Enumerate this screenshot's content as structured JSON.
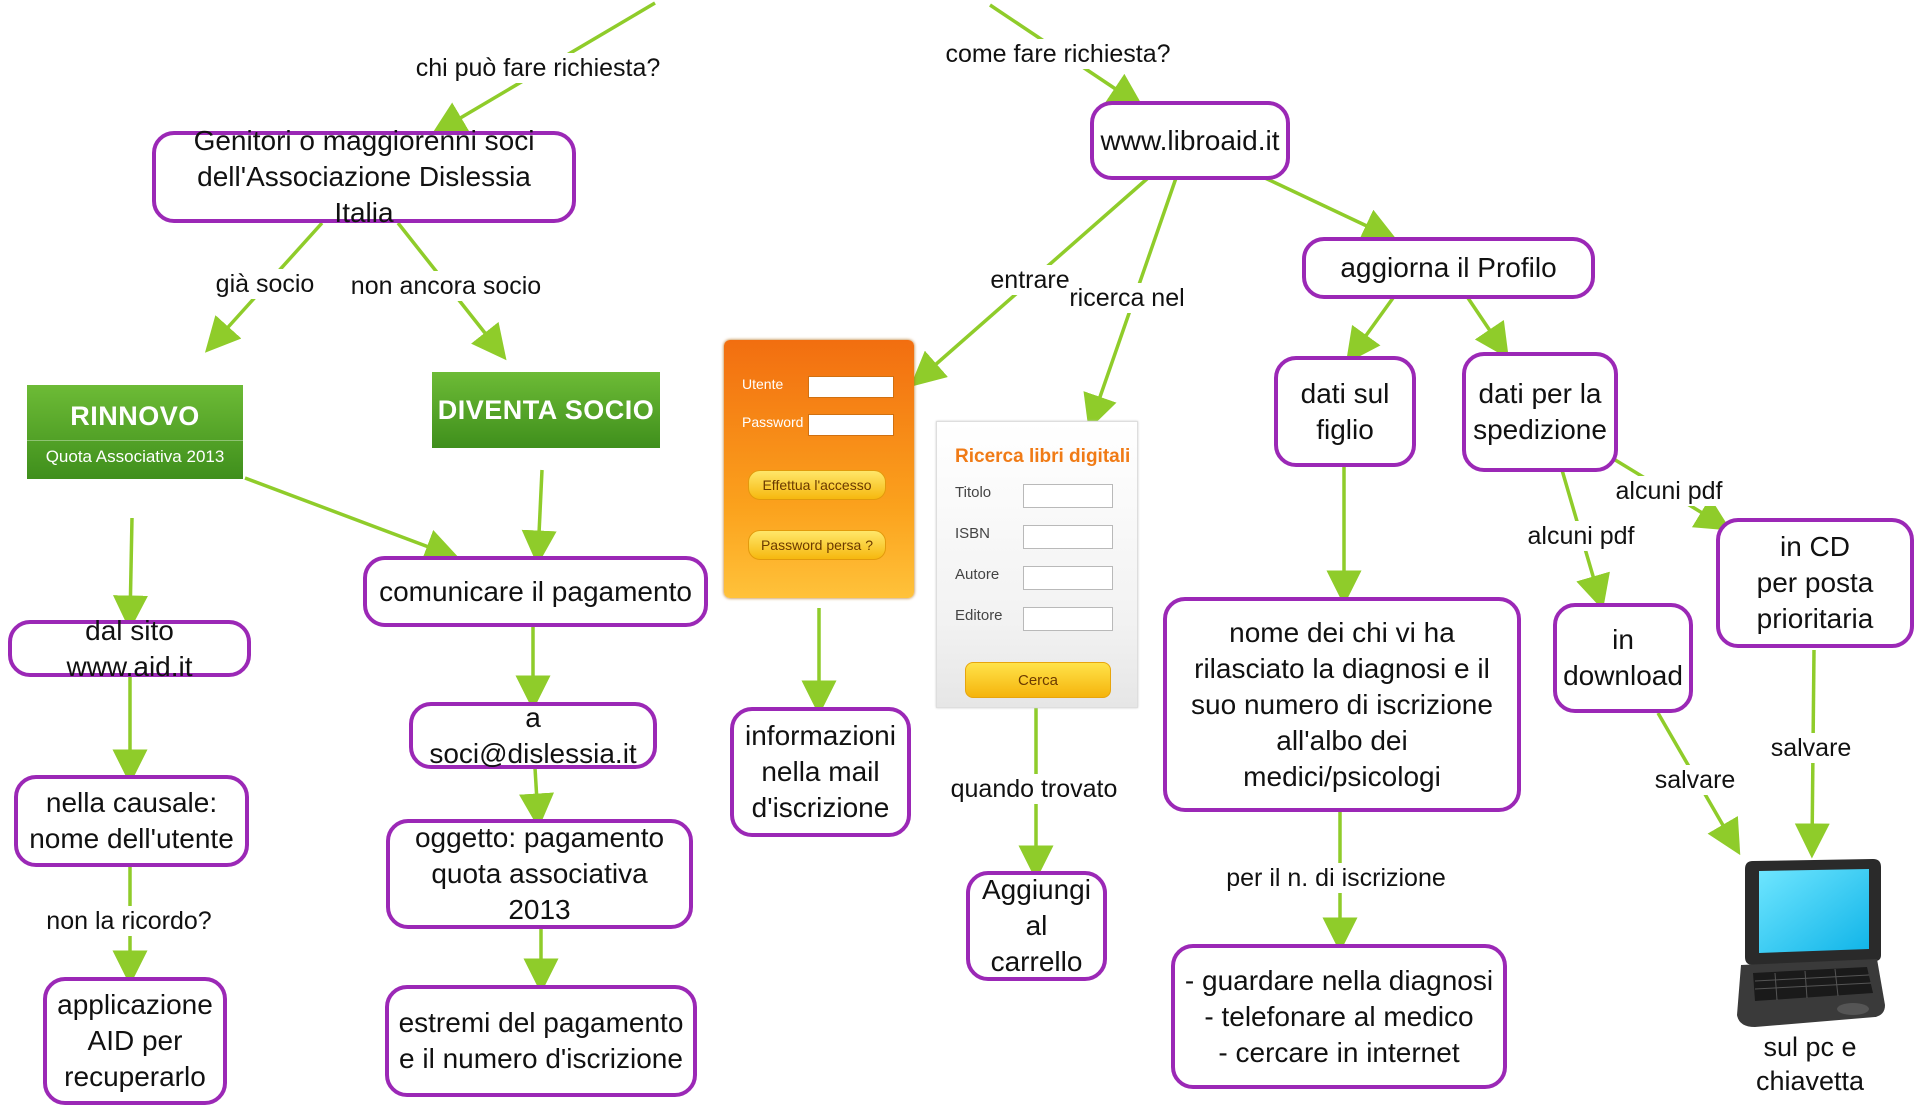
{
  "nodes": {
    "genitori": "Genitori o maggiorenni soci\ndell'Associazione Dislessia Italia",
    "libroaid": "www.libroaid.it",
    "aggiorna_profilo": "aggiorna il Profilo",
    "dati_figlio": "dati sul\nfiglio",
    "dati_spedizione": "dati per la\nspedizione",
    "comunicare_pagamento": "comunicare il pagamento",
    "dal_sito": "dal sito www.aid.it",
    "soci_email": "a soci@dislessia.it",
    "oggetto": "oggetto: pagamento\nquota associativa 2013",
    "estremi": "estremi del pagamento\ne il numero d'iscrizione",
    "nella_causale": "nella causale:\nnome dell'utente",
    "applicazione": "applicazione\nAID per\nrecuperarlo",
    "informazioni_mail": "informazioni\nnella mail\nd'iscrizione",
    "aggiungi_carrello": "Aggiungi\nal carrello",
    "nome_medico": "nome dei chi vi ha\nrilasciato la diagnosi e il\nsuo numero di iscrizione\nall'albo dei\nmedici/psicologi",
    "guardare": "- guardare nella diagnosi\n- telefonare al medico\n- cercare in internet",
    "in_download": "in\ndownload",
    "in_cd": "in CD\nper posta\nprioritaria"
  },
  "links": {
    "chi_puo": "chi può fare richiesta?",
    "come_fare": "come fare richiesta?",
    "gia_socio": "già socio",
    "non_ancora": "non ancora socio",
    "entrare": "entrare",
    "ricerca_nel": "ricerca nel",
    "quando_trovato": "quando trovato",
    "per_il_n": "per il n. di iscrizione",
    "non_ricordo": "non la ricordo?",
    "alcuni_pdf_1": "alcuni pdf",
    "alcuni_pdf_2": "alcuni pdf",
    "salvare_1": "salvare",
    "salvare_2": "salvare"
  },
  "banners": {
    "rinnovo": {
      "main": "RINNOVO",
      "sub": "Quota Associativa 2013"
    },
    "diventa": {
      "main": "DIVENTA SOCIO"
    }
  },
  "login_widget": {
    "utente": "Utente",
    "password": "Password",
    "accesso": "Effettua l'accesso",
    "persa": "Password persa ?"
  },
  "search_widget": {
    "title": "Ricerca libri digitali",
    "titolo": "Titolo",
    "isbn": "ISBN",
    "autore": "Autore",
    "editore": "Editore",
    "cerca": "Cerca"
  },
  "laptop_caption": "sul pc e\nchiavetta",
  "colors": {
    "node_border": "#9b28b6",
    "arrow": "#8fcc2a",
    "banner_green": "#4f9f25",
    "search_title": "#f07b16"
  }
}
